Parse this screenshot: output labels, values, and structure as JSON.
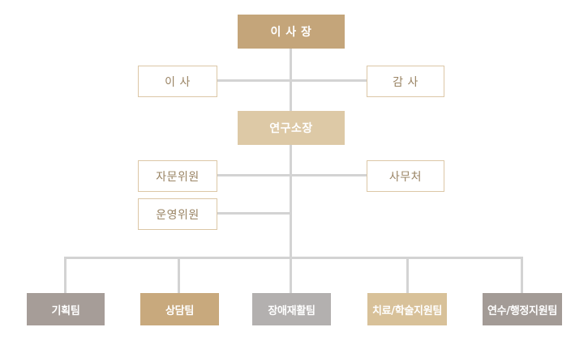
{
  "chairman": "이 사 장",
  "directors": "이 사",
  "auditor": "감 사",
  "institute_director": "연구소장",
  "advisory_committee": "자문위원",
  "secretariat": "사무처",
  "steering_committee": "운영위원",
  "teams": [
    "기획팀",
    "상담팀",
    "장애재활팀",
    "치료/학술지원팀",
    "연수/행정지원팀"
  ],
  "colors": {
    "gold_dark": "#c4a57a",
    "gold_light": "#ddc9a6",
    "line": "#d3d3d3"
  }
}
